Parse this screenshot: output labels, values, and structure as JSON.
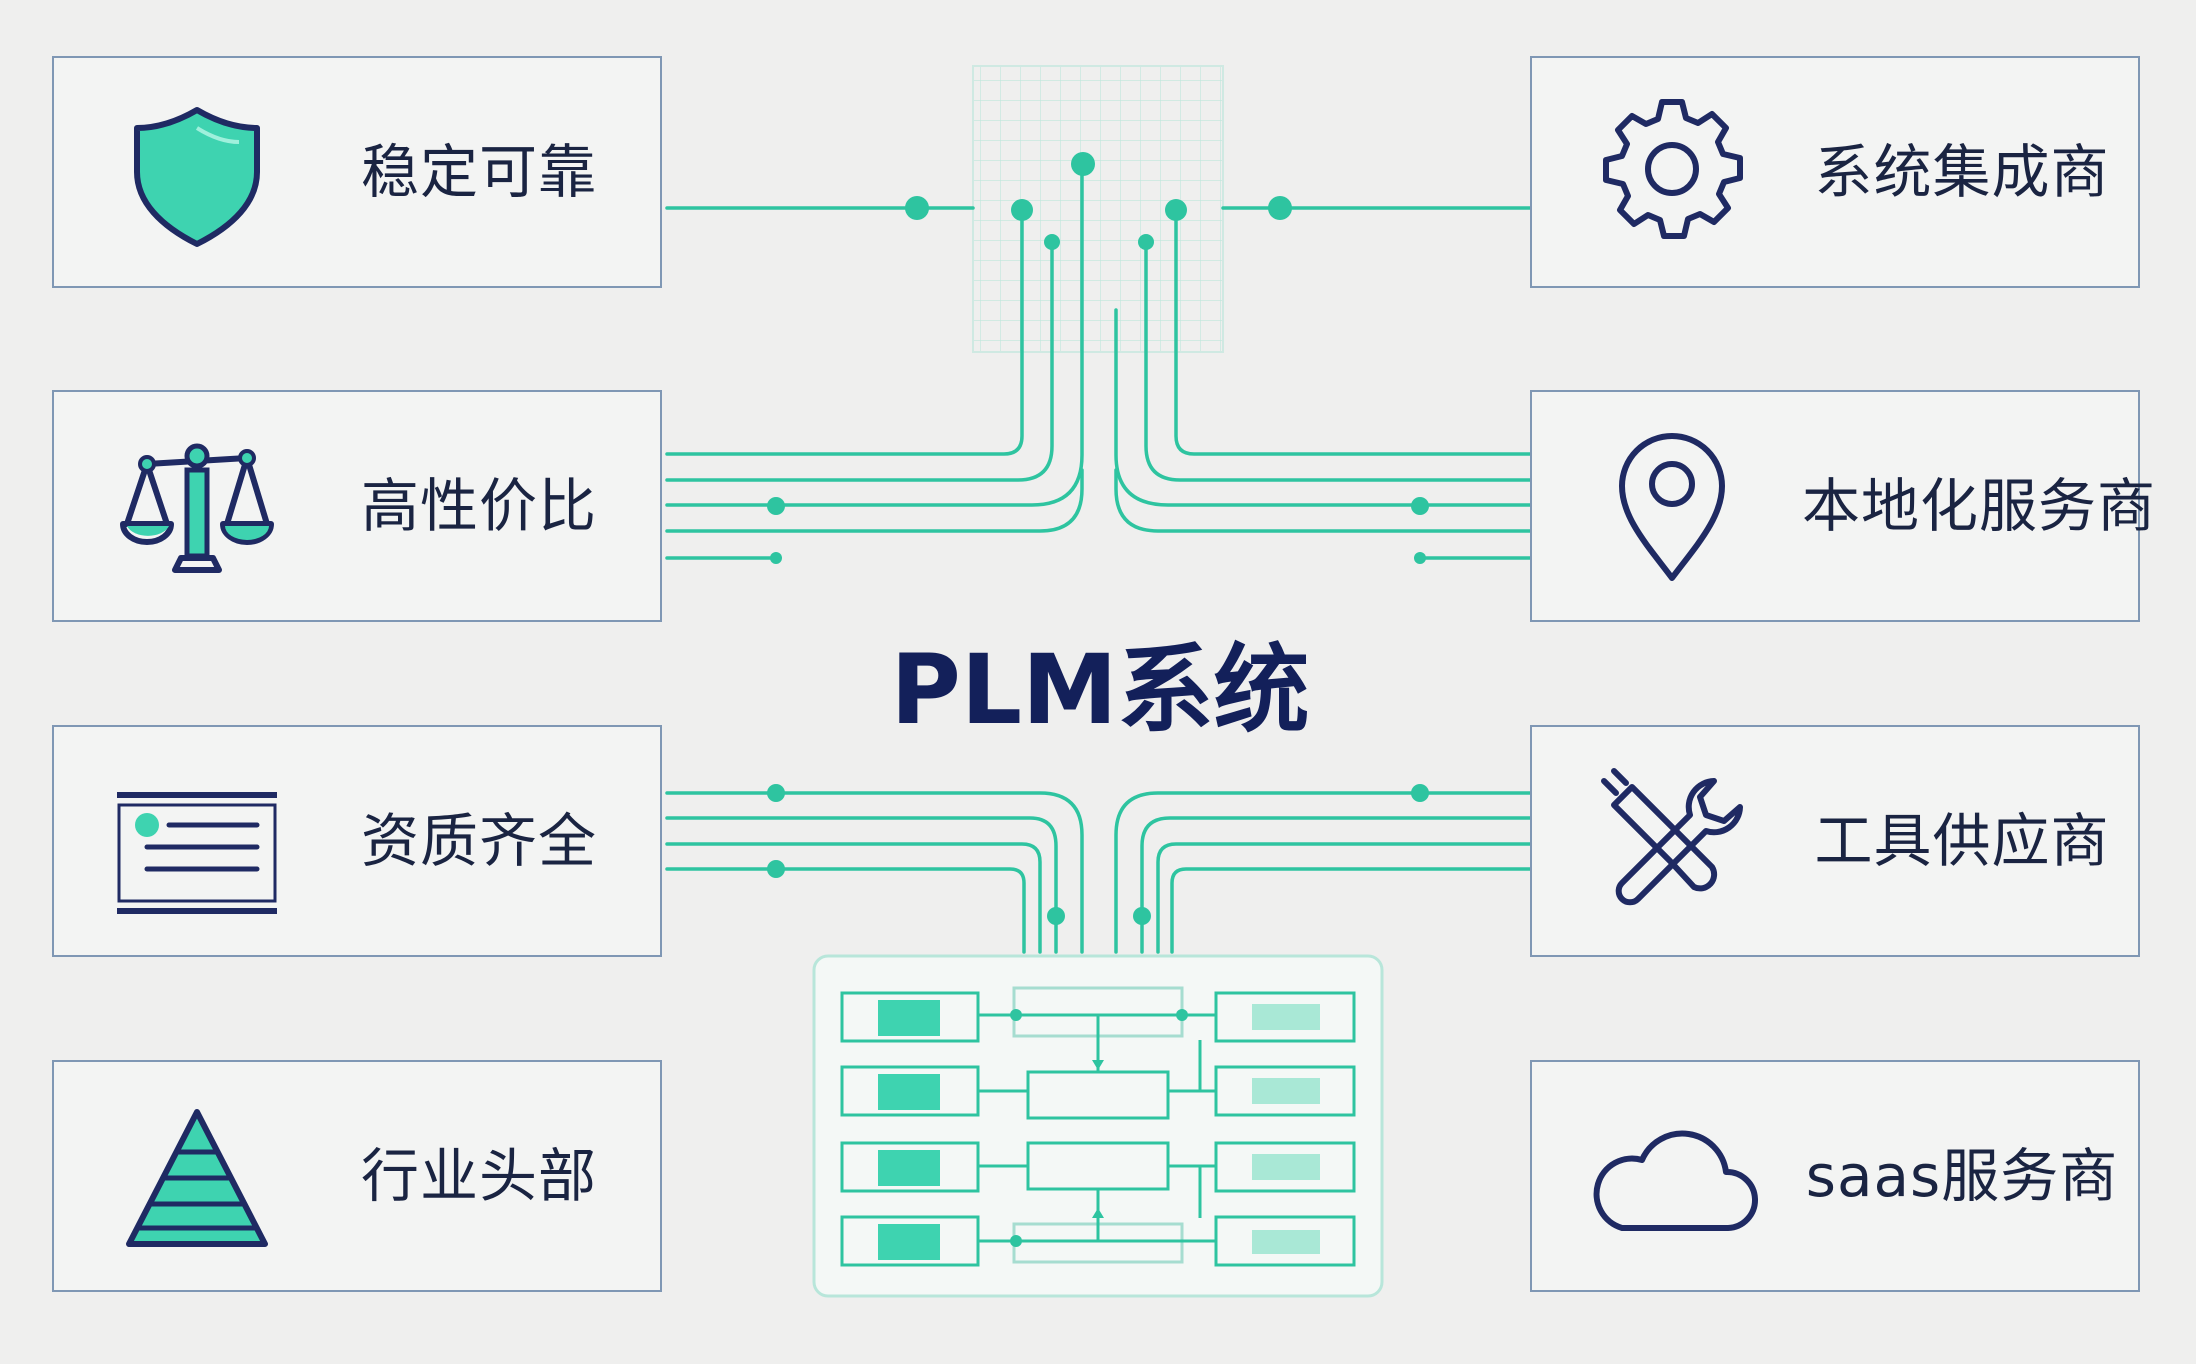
{
  "title": "PLM系统",
  "left_features": [
    {
      "label": "稳定可靠",
      "icon": "shield-icon"
    },
    {
      "label": "高性价比",
      "icon": "balance-scale-icon"
    },
    {
      "label": "资质齐全",
      "icon": "certificate-icon"
    },
    {
      "label": "行业头部",
      "icon": "pyramid-icon"
    }
  ],
  "right_partners": [
    {
      "label": "系统集成商",
      "icon": "gear-icon"
    },
    {
      "label": "本地化服务商",
      "icon": "location-pin-icon"
    },
    {
      "label": "工具供应商",
      "icon": "tools-icon"
    },
    {
      "label": "saas服务商",
      "icon": "cloud-icon"
    }
  ],
  "colors": {
    "accent": "#2ec4a0",
    "accent_fill": "#3ed3b0",
    "navy": "#1f2a63",
    "border": "#7f97b4",
    "background": "#efefee"
  }
}
